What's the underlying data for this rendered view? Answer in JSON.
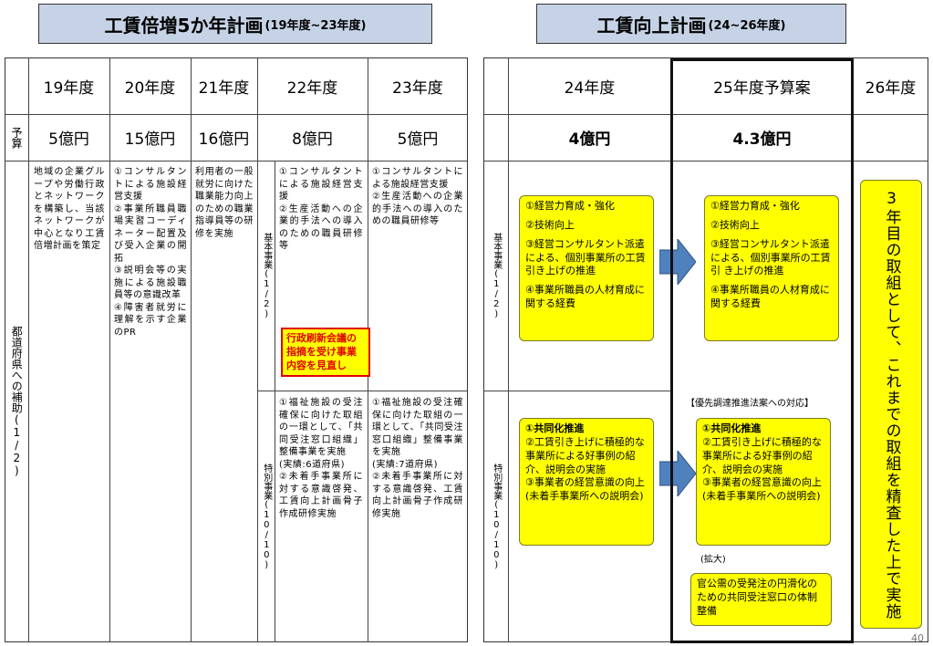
{
  "left_title": {
    "main": "工賃倍増5か年計画",
    "sub": "(19年度~23年度)"
  },
  "right_title": {
    "main": "工賃向上計画",
    "sub": "(24~26年度)"
  },
  "left_headers": [
    "19年度",
    "20年度",
    "21年度",
    "22年度",
    "23年度"
  ],
  "left_budget_label": "予算",
  "left_budgets": [
    "5億円",
    "15億円",
    "16億円",
    "8億円",
    "5億円"
  ],
  "prefecture_label": "都道府県への補助(1/2)",
  "col19_text": "地域の企業グループや労働行政とネットワークを構築し、当該ネットワークが中心となり工賃倍増計画を策定",
  "col20_items": [
    "①コンサルタントによる施設経営支援",
    "②事業所職員職場実習コーディネーター配置及び受入企業の開拓",
    "③説明会等の実施による施設職員等の意識改革",
    "④障害者就労に理解を示す企業のPR"
  ],
  "col21_text": "利用者の一般就労に向けた職業能力向上のための職業指導員等の研修を実施",
  "kihon_label_left": "基本事業(1/2)",
  "col22_kihon": [
    "①コンサルタントによる施設経営支援",
    "②生産活動への企業的手法への導入のための職員研修等"
  ],
  "col23_kihon": [
    "①コンサルタントによる施設経営支援",
    "②生産活動への企業的手法への導入のための職員研修等"
  ],
  "red_box": "行政刷新会議の指摘を受け事業内容を見直し",
  "tokubetsu_label_left": "特別事業(10/10)",
  "col22_toku": [
    "①福祉施設の受注確保に向けた取組の一環として、「共同受注窓口組織」整備事業を実施",
    "(実績:6道府県)",
    "②未着手事業所に対する意識啓発、工賃向上計画骨子作成研修実施"
  ],
  "col23_toku": [
    "①福祉施設の受注確保に向けた取組の一環として、「共同受注窓口組織」整備事業を実施",
    "(実績:7道府県)",
    "②未着手事業所に対する意識啓発、工賃向上計画骨子作成研修実施"
  ],
  "right_headers": [
    "24年度",
    "25年度予算案",
    "26年度"
  ],
  "right_budgets": [
    "4億円",
    "4.3億円"
  ],
  "kihon_label_right": "基本事業(1/2)",
  "tokubetsu_label_right": "特別事業(10/10)",
  "y24_kihon": [
    "①経営力育成・強化",
    "②技術向上",
    "③経営コンサルタント派遣による、個別事業所の工賃引き上げの推進",
    "④事業所職員の人材育成に関する経費"
  ],
  "y25_kihon": [
    "①経営力育成・強化",
    "②技術向上",
    "③経営コンサルタント派遣による、個別事業所の工賃引 き上げの推進",
    "④事業所職員の人材育成に関する経費"
  ],
  "y24_toku": [
    "①共同化推進",
    "②工賃引き上げに積極的な事業所による好事例の紹介、説明会の実施",
    "③事業者の経営意識の向上(未着手事業所への説明会)"
  ],
  "y25_toku": [
    "①共同化推進",
    "②工賃引き上げに積極的な事業所による好事例の紹介、説明会の実施",
    "③事業者の経営意識の向上(未着手事業所への説明会)"
  ],
  "y25_note": "【優先調達推進法案への対応】",
  "y25_expand": "(拡大)",
  "y25_extra": "官公需の受発注の円滑化のための共同受注窓口の体制整備",
  "y26_text": "3年目の取組として、これまでの取組を精査した上で実施",
  "page_number": "40",
  "colors": {
    "title_bg": "#c6d3e6",
    "yellow": "#ffff00",
    "red": "#e00000",
    "arrow": "#4f81bd"
  },
  "icons": [
    "right-arrow-icon"
  ]
}
